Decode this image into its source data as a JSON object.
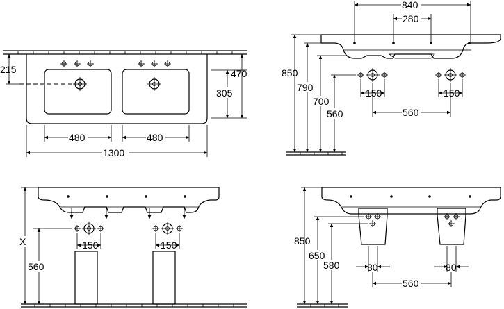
{
  "top_view": {
    "dim_215": "215",
    "dim_470": "470",
    "dim_305": "305",
    "dim_480_left": "480",
    "dim_480_right": "480",
    "dim_1300": "1300"
  },
  "side_view": {
    "dim_840": "840",
    "dim_280": "280",
    "dim_850": "850",
    "dim_790": "790",
    "dim_700": "700",
    "dim_560": "560",
    "dim_150_left": "150",
    "dim_150_right": "150",
    "dim_560_horizontal": "560"
  },
  "front_view_legs": {
    "dim_x": "X",
    "dim_560": "560",
    "dim_150_left": "150",
    "dim_150_right": "150"
  },
  "front_view_siphon": {
    "dim_850": "850",
    "dim_650": "650",
    "dim_580": "580",
    "dim_80_left": "80",
    "dim_80_right": "80",
    "dim_560": "560"
  }
}
